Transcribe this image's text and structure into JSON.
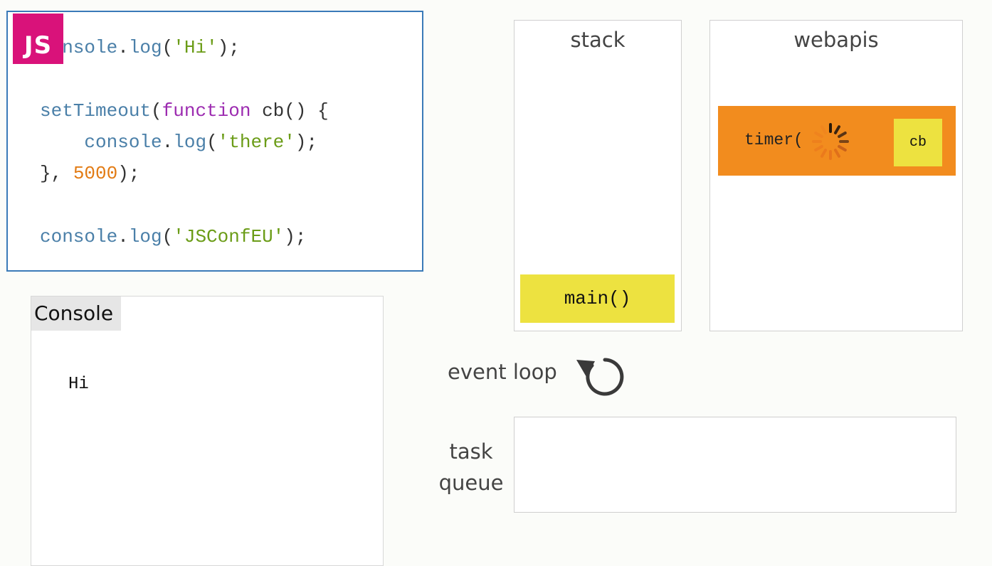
{
  "logo": {
    "text": "JS",
    "color": "#d9127a"
  },
  "code": {
    "line1": {
      "obj": "console",
      "dot": ".",
      "fn": "log",
      "open": "(",
      "str": "'Hi'",
      "close": ");"
    },
    "line2": {
      "fn": "setTimeout",
      "open": "(",
      "kw": "function",
      "rest": " cb() {"
    },
    "line3": {
      "indent": "    ",
      "obj": "console",
      "dot": ".",
      "fn": "log",
      "open": "(",
      "str": "'there'",
      "close": ");"
    },
    "line4": {
      "start": "}, ",
      "num": "5000",
      "close": ");"
    },
    "line5": {
      "obj": "console",
      "dot": ".",
      "fn": "log",
      "open": "(",
      "str": "'JSConfEU'",
      "close": ");"
    }
  },
  "console": {
    "title": "Console",
    "output": [
      "Hi"
    ]
  },
  "stack": {
    "title": "stack",
    "frames": [
      "main()"
    ]
  },
  "webapis": {
    "title": "webapis",
    "timer_label": "timer(",
    "timer_callback": "cb",
    "spinner_icon": "loading-spinner-icon"
  },
  "event_loop": {
    "label": "event loop",
    "icon": "circular-arrow-icon"
  },
  "task_queue": {
    "label_line1": "task",
    "label_line2": "queue",
    "items": []
  },
  "colors": {
    "keyword": "#9c2bb0",
    "string": "#6b9c17",
    "number": "#e27b14",
    "object": "#4a7fa8",
    "frame": "#ede240",
    "timer": "#f28c1e",
    "editor_border": "#3a7ab8"
  }
}
